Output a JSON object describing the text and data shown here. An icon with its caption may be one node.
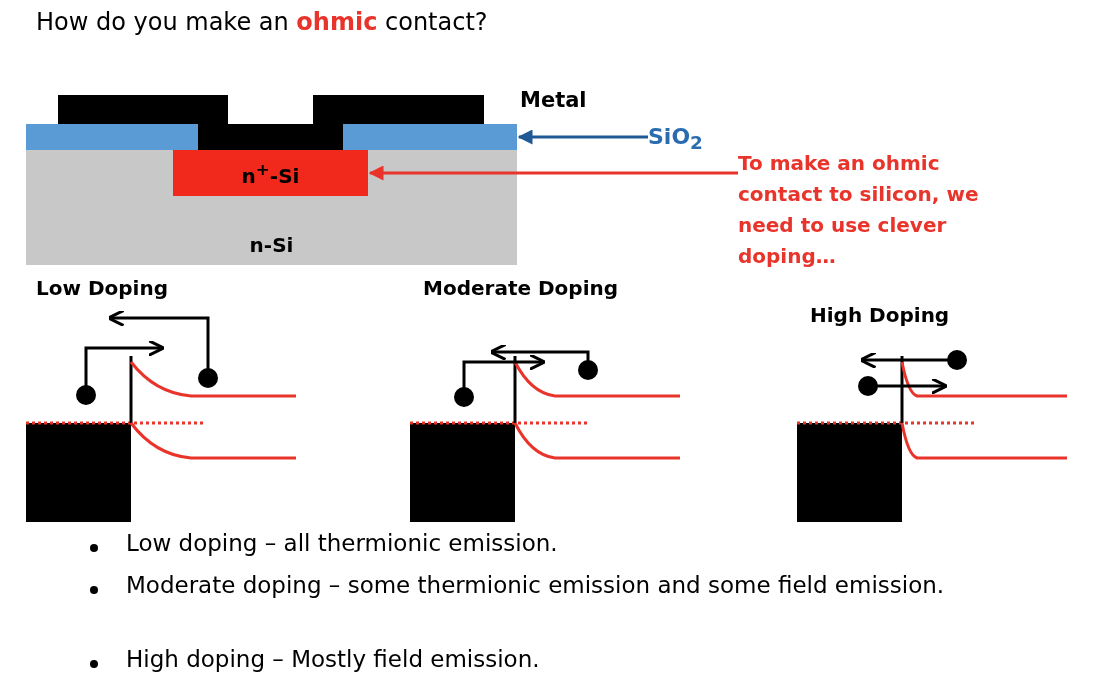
{
  "diagram": {
    "title": "How do you make an **ohmic** contact?",
    "nodes": [
      {
        "text": [
          "n-Si"
        ]
      },
      {
        "text": [
          "n$^{+}$-Si"
        ],
        "in": 0
      },
      {
        "text": [],
        "shape": "bar"
      },
      {
        "text": [],
        "shape": "box"
      },
      {
        "text": [
          "SiO$_{2}$"
        ]
      },
      {
        "text": [
          "To make an ohmic contact to silicon, we need to use clever doping…"
        ]
      }
    ],
    "edges": [
      {
        "from": 4,
        "to": 2,
        "arrow": "to",
        "color": "#1f5a96"
      },
      {
        "from": 5,
        "to": 1,
        "arrow": "to",
        "color": "#e8342a"
      }
    ],
    "labels": [
      "Metal",
      "Low Doping",
      "Moderate Doping",
      "High Doping",
      "Low doping – all thermionic emission.",
      "Moderate doping – some thermionic emission and some field emission.",
      "High doping – Mostly field emission."
    ]
  }
}
